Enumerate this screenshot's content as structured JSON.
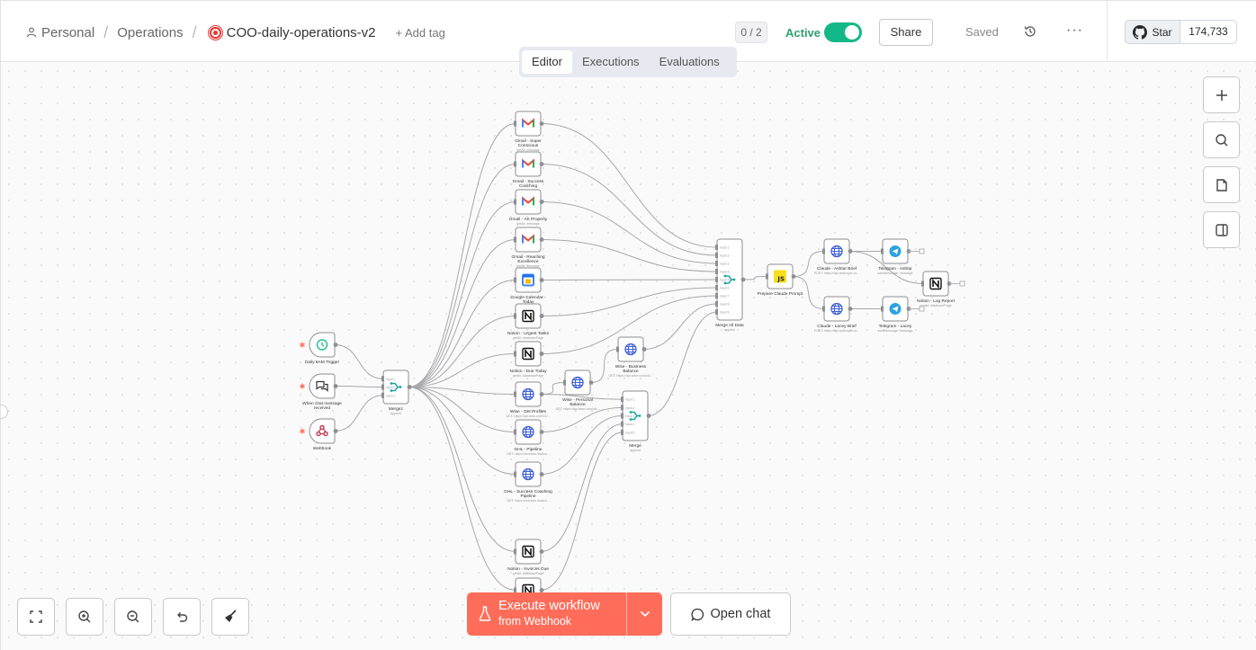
{
  "header": {
    "breadcrumb_personal": "Personal",
    "breadcrumb_folder": "Operations",
    "workflow_name": "COO-daily-operations-v2",
    "add_tag": "+ Add tag",
    "counter": "0 / 2",
    "active_label": "Active",
    "share_label": "Share",
    "saved_label": "Saved",
    "more_label": "···",
    "github_star": "Star",
    "github_count": "174,733"
  },
  "tabs": [
    {
      "label": "Editor"
    },
    {
      "label": "Executions"
    },
    {
      "label": "Evaluations"
    }
  ],
  "nodes": {
    "trigger_daily": {
      "title": "Daily 6AM Trigger",
      "sub": "",
      "icon": "clock-icon"
    },
    "trigger_chat": {
      "title": "When chat message received",
      "sub": "",
      "icon": "chat-icon"
    },
    "trigger_webhook": {
      "title": "Webhook",
      "sub": "",
      "icon": "webhook-icon"
    },
    "merge1": {
      "title": "Merge1",
      "sub": "append",
      "icon": "merge-icon"
    },
    "gmail_sc": {
      "title": "Gmail - Super Conscious",
      "sub": "getAll: message",
      "icon": "gmail-icon"
    },
    "gmail_succ": {
      "title": "Gmail - Success Coaching",
      "sub": "",
      "icon": "gmail-icon"
    },
    "gmail_ak": {
      "title": "Gmail - AK Property",
      "sub": "getAll: message",
      "icon": "gmail-icon"
    },
    "gmail_re": {
      "title": "Gmail - Reaching Excellence",
      "sub": "getAll: message",
      "icon": "gmail-icon"
    },
    "gcal": {
      "title": "Google Calendar - Today",
      "sub": "getAll: event",
      "icon": "calendar-icon"
    },
    "notion_urgent": {
      "title": "Notion - Urgent Tasks",
      "sub": "getAll: databasePage",
      "icon": "notion-icon"
    },
    "notion_due": {
      "title": "Notion - Due Today",
      "sub": "getAll: databasePage",
      "icon": "notion-icon"
    },
    "wise_profiles": {
      "title": "Wise - Get Profiles",
      "sub": "GET: https://api.wise.com/v1/...",
      "icon": "http-icon"
    },
    "wise_personal": {
      "title": "Wise - Personal Balance",
      "sub": "GET: https://api.wise.com/v4/...",
      "icon": "http-icon"
    },
    "wise_business": {
      "title": "Wise - Business Balance",
      "sub": "GET: https://api.wise.com/v4/...",
      "icon": "http-icon"
    },
    "ghl_pipeline": {
      "title": "GHL - Pipeline",
      "sub": "GET: https://services.leadco...",
      "icon": "http-icon"
    },
    "ghl_succ": {
      "title": "GHL - Success Coaching Pipeline",
      "sub": "GET: https://services.leadco...",
      "icon": "http-icon"
    },
    "notion_invoices": {
      "title": "Notion - Invoices Due",
      "sub": "getAll: databasePage",
      "icon": "notion-icon"
    },
    "notion_extra": {
      "title": "",
      "sub": "",
      "icon": "notion-icon"
    },
    "merge": {
      "title": "Merge",
      "sub": "append",
      "icon": "merge-icon"
    },
    "merge_all": {
      "title": "Merge All Data",
      "sub": "append",
      "icon": "merge-icon"
    },
    "prepare": {
      "title": "Prepare Claude Prompt",
      "sub": "",
      "icon": "js-icon"
    },
    "claude_ashtar": {
      "title": "Claude - Ashtar Brief",
      "sub": "POST: https://api.anthropic.co...",
      "icon": "http-icon"
    },
    "claude_lacey": {
      "title": "Claude - Lacey Brief",
      "sub": "POST: https://api.anthropic.co...",
      "icon": "http-icon"
    },
    "tg_ashtar": {
      "title": "Telegram - Ashtar",
      "sub": "sendMessage: message",
      "icon": "telegram-icon"
    },
    "tg_lacey": {
      "title": "Telegram - Lacey",
      "sub": "sendMessage: message",
      "icon": "telegram-icon"
    },
    "notion_log": {
      "title": "Notion - Log Report",
      "sub": "create: databasePage",
      "icon": "notion-icon"
    }
  },
  "port_labels": {
    "merge1": [
      "Input 1",
      "Input 2",
      "Input 3"
    ],
    "merge": [
      "Input 1",
      "Input 2",
      "Input 3",
      "Input 4",
      "Input 5"
    ],
    "merge_all": [
      "Input 1",
      "Input 2",
      "Input 3",
      "Input 4",
      "Input 5",
      "Input 6",
      "Input 7",
      "Input 8",
      "Input 9"
    ]
  },
  "footer": {
    "execute_label": "Execute workflow",
    "execute_sub": "from Webhook",
    "open_chat": "Open chat"
  },
  "colors": {
    "accent": "#ff6d5a",
    "active_green": "#13b889",
    "merge_teal": "#1fa6a8",
    "http_blue": "#3d5ed9",
    "telegram_blue": "#2aa3e0",
    "js_yellow": "#f7df1e"
  }
}
